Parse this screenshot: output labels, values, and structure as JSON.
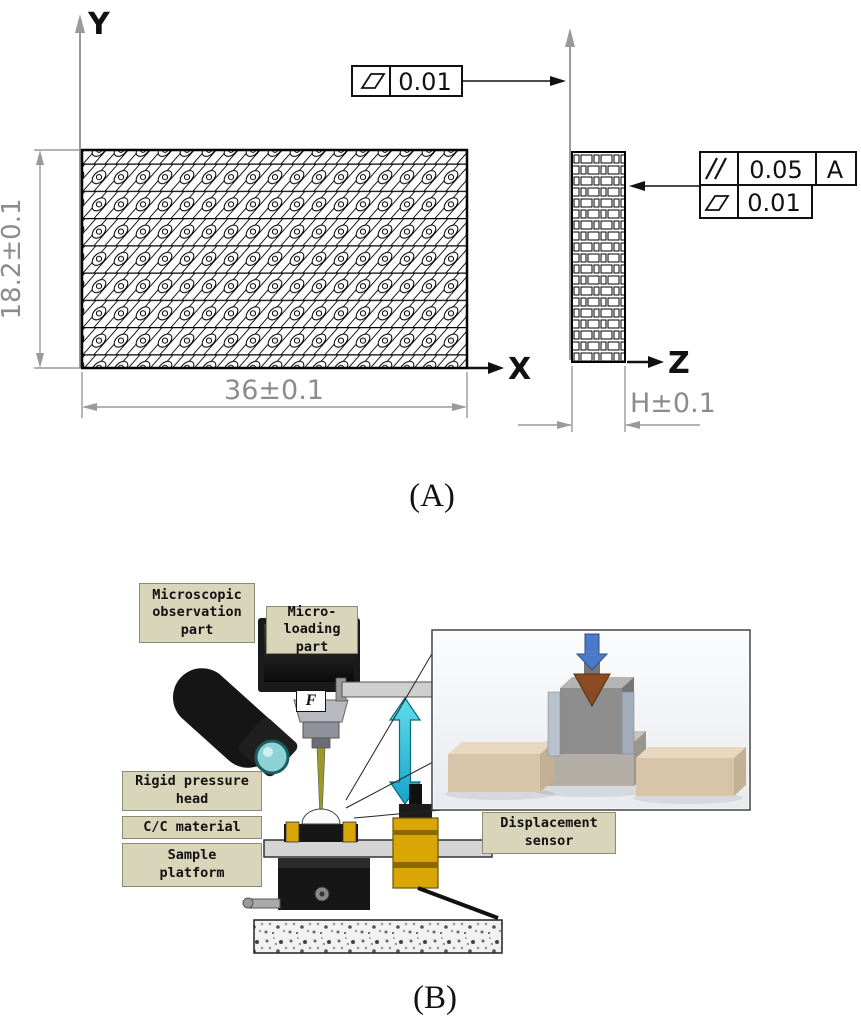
{
  "panel_a": {
    "label": "(A)",
    "axes": {
      "y": "Y",
      "x": "X",
      "z": "Z"
    },
    "dimensions": {
      "height": "18.2±0.1",
      "width": "36±0.1",
      "thickness": "H±0.1"
    },
    "tolerances": {
      "flatness_top": {
        "symbol": "flatness",
        "value": "0.01"
      },
      "parallelism_side": {
        "symbol": "parallelism",
        "value": "0.05",
        "datum": "A"
      },
      "flatness_side": {
        "symbol": "flatness",
        "value": "0.01"
      }
    }
  },
  "panel_b": {
    "label": "(B)",
    "force_label": "F",
    "callouts": {
      "microscopic": "Microscopic\nobservation\npart",
      "micro_loading": "Micro-\nloading part",
      "rigid_pressure_head": "Rigid pressure\nhead",
      "cc_material": "C/C material",
      "sample_platform": "Sample\nplatform",
      "displacement_sensor": "Displacement\nsensor"
    }
  }
}
